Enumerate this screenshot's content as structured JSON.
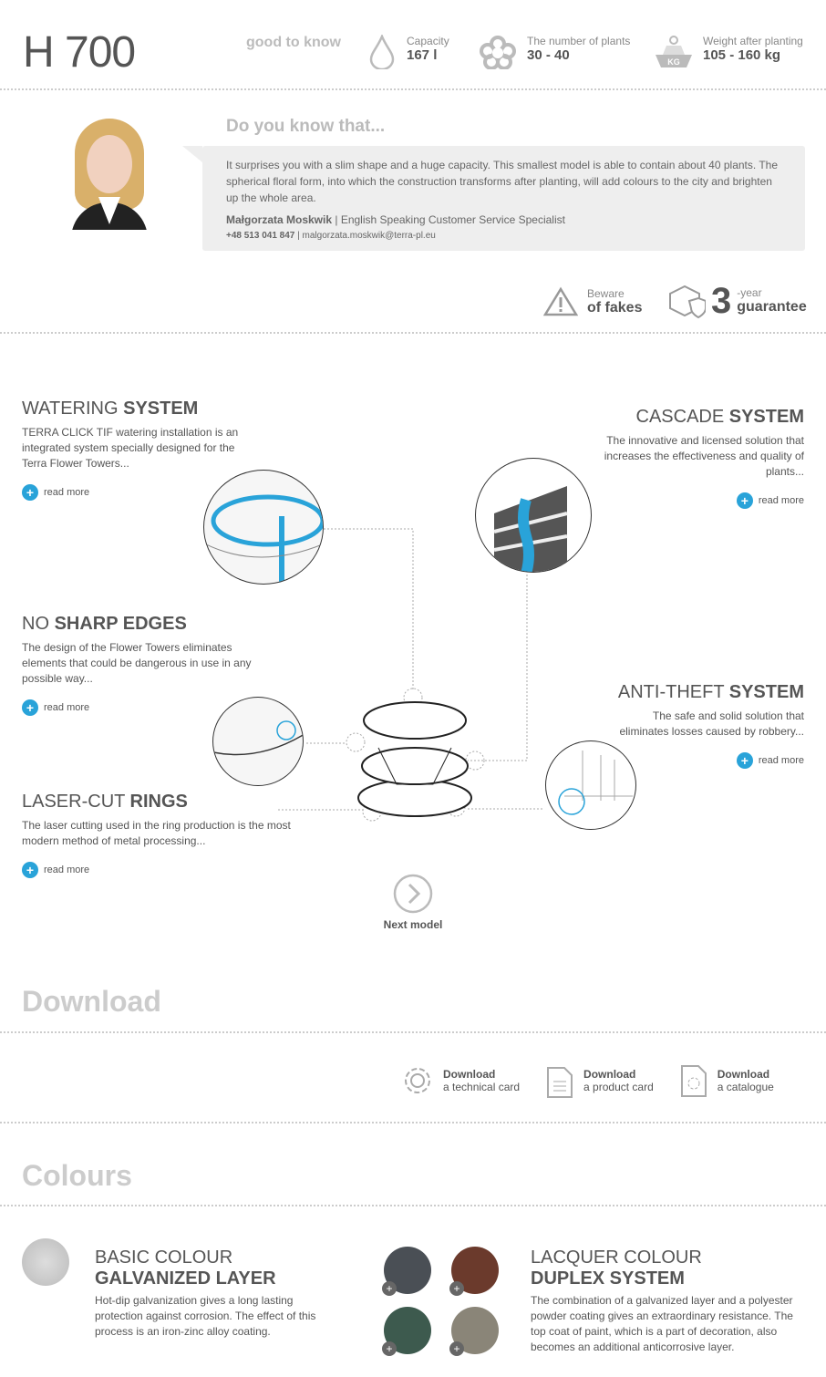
{
  "header": {
    "model": "H 700",
    "good_to_know": "good to know",
    "specs": [
      {
        "label": "Capacity",
        "value": "167 l",
        "icon": "water-drop-icon"
      },
      {
        "label": "The number of plants",
        "value": "30 - 40",
        "icon": "flower-icon"
      },
      {
        "label": "Weight after planting",
        "value": "105 - 160 kg",
        "icon": "weight-icon",
        "icon_text": "KG"
      }
    ]
  },
  "expert": {
    "heading": "Do you know that...",
    "text": "It surprises you with a slim shape and a huge capacity. This smallest model is able to contain about 40 plants. The spherical floral form, into which the construction transforms after planting, will add colours to the city and brighten up the whole area.",
    "name": "Małgorzata Moskwik",
    "role": "| English Speaking Customer Service Specialist",
    "phone": "+48 513 041 847",
    "email": "| malgorzata.moskwik@terra-pl.eu"
  },
  "badges": {
    "fakes_small": "Beware",
    "fakes_big": "of fakes",
    "guarantee_num": "3",
    "guarantee_small": "-year",
    "guarantee_big": "guarantee"
  },
  "features": [
    {
      "light": "WATERING ",
      "bold": "SYSTEM",
      "text": "TERRA CLICK TIF watering installation is an integrated system specially designed for the Terra Flower Towers...",
      "more": "read more"
    },
    {
      "light": "CASCADE ",
      "bold": "SYSTEM",
      "text": "The innovative and licensed solution that increases the effectiveness and quality of plants...",
      "more": "read more"
    },
    {
      "light": "NO ",
      "bold": "SHARP EDGES",
      "text": "The design of the Flower Towers eliminates elements that could be dangerous in use in any possible way...",
      "more": "read more"
    },
    {
      "light": "ANTI-THEFT ",
      "bold": "SYSTEM",
      "text": "The safe and solid solution that eliminates losses caused by robbery...",
      "more": "read more"
    },
    {
      "light": "LASER-CUT ",
      "bold": "RINGS",
      "text": "The laser cutting used in the ring production is the most modern method of metal processing...",
      "more": "read more"
    }
  ],
  "next_model": "Next model",
  "download": {
    "heading": "Download",
    "items": [
      {
        "bold": "Download",
        "text": "a technical card"
      },
      {
        "bold": "Download",
        "text": "a product card"
      },
      {
        "bold": "Download",
        "text": "a catalogue"
      }
    ]
  },
  "colours": {
    "heading": "Colours",
    "basic": {
      "light": "BASIC COLOUR",
      "bold": "GALVANIZED LAYER",
      "text": "Hot-dip galvanization gives a long lasting protection against corrosion. The effect of this process is an iron-zinc alloy coating."
    },
    "lacquer": {
      "light": "LACQUER COLOUR",
      "bold": "DUPLEX SYSTEM",
      "text": "The combination of a galvanized layer and a polyester powder coating gives an extraordinary resistance. The top coat of paint, which is a part of decoration, also becomes an additional anticorrosive layer."
    },
    "swatches": [
      "#4a4f55",
      "#6b3a2c",
      "#3d5a4e",
      "#8a8578"
    ]
  },
  "colors": {
    "accent": "#29a3d9"
  }
}
